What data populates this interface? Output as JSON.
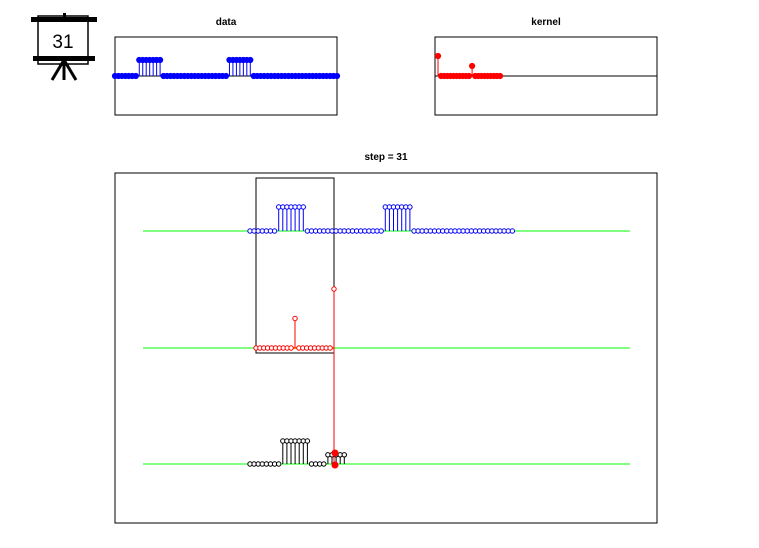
{
  "badge": {
    "label": "31"
  },
  "colors": {
    "data": "#0000ff",
    "kernel": "#ff0000",
    "output": "#000000",
    "baseline": "#00ff00",
    "overlap": "#ff8c00"
  },
  "chart_data": [
    {
      "type": "stem",
      "title": "data",
      "color": "#0000ff",
      "markers": "filled",
      "x": [
        1,
        2,
        3,
        4,
        5,
        6,
        7,
        8,
        9,
        10,
        11,
        12,
        13,
        14,
        15,
        16,
        17,
        18,
        19,
        20,
        21,
        22,
        23,
        24,
        25,
        26,
        27,
        28,
        29,
        30,
        31,
        32,
        33,
        34,
        35,
        36,
        37,
        38,
        39,
        40,
        41,
        42,
        43,
        44,
        45,
        46,
        47,
        48,
        49,
        50,
        51,
        52,
        53,
        54,
        55,
        56,
        57,
        58,
        59,
        60,
        61,
        62,
        63,
        64,
        65
      ],
      "values": [
        0,
        0,
        0,
        0,
        0,
        0,
        0,
        1,
        1,
        1,
        1,
        1,
        1,
        1,
        0,
        0,
        0,
        0,
        0,
        0,
        0,
        0,
        0,
        0,
        0,
        0,
        0,
        0,
        0,
        0,
        0,
        0,
        0,
        1,
        1,
        1,
        1,
        1,
        1,
        1,
        0,
        0,
        0,
        0,
        0,
        0,
        0,
        0,
        0,
        0,
        0,
        0,
        0,
        0,
        0,
        0,
        0,
        0,
        0,
        0,
        0,
        0,
        0,
        0,
        0
      ],
      "ylim": [
        -1,
        1
      ],
      "grid": false
    },
    {
      "type": "stem",
      "title": "kernel",
      "color": "#ff0000",
      "markers": "filled",
      "x": [
        1,
        2,
        3,
        4,
        5,
        6,
        7,
        8,
        9,
        10,
        11,
        12,
        13,
        14,
        15,
        16,
        17,
        18,
        19,
        20,
        21
      ],
      "values": [
        1,
        0,
        0,
        0,
        0,
        0,
        0,
        0,
        0,
        0,
        0,
        0.5,
        0,
        0,
        0,
        0,
        0,
        0,
        0,
        0,
        0
      ],
      "ylim": [
        -2,
        2
      ],
      "grid": false
    },
    {
      "type": "stem",
      "title": "step = 31",
      "series": [
        {
          "role": "data",
          "color": "#0000ff",
          "markers": "open",
          "values": [
            0,
            0,
            0,
            0,
            0,
            0,
            0,
            1,
            1,
            1,
            1,
            1,
            1,
            1,
            0,
            0,
            0,
            0,
            0,
            0,
            0,
            0,
            0,
            0,
            0,
            0,
            0,
            0,
            0,
            0,
            0,
            0,
            0,
            1,
            1,
            1,
            1,
            1,
            1,
            1,
            0,
            0,
            0,
            0,
            0,
            0,
            0,
            0,
            0,
            0,
            0,
            0,
            0,
            0,
            0,
            0,
            0,
            0,
            0,
            0,
            0,
            0,
            0,
            0,
            0
          ]
        },
        {
          "role": "kernel (flipped)",
          "color": "#ff0000",
          "markers": "open",
          "values": [
            0,
            0,
            0,
            0,
            0,
            0,
            0,
            0,
            0,
            0,
            0.5,
            0,
            0,
            0,
            0,
            0,
            0,
            0,
            0,
            0,
            1
          ]
        },
        {
          "role": "output",
          "color": "#000000",
          "markers": "open",
          "values": [
            0,
            0,
            0,
            0,
            0,
            0,
            0,
            0,
            0.5,
            0.5,
            0.5,
            0.5,
            0.5,
            0.5,
            0.5,
            0,
            0,
            0,
            0,
            0.2,
            0.2,
            0.2,
            0.2,
            0.2
          ]
        }
      ],
      "step": 31,
      "current_value": -1,
      "grid": false
    }
  ]
}
